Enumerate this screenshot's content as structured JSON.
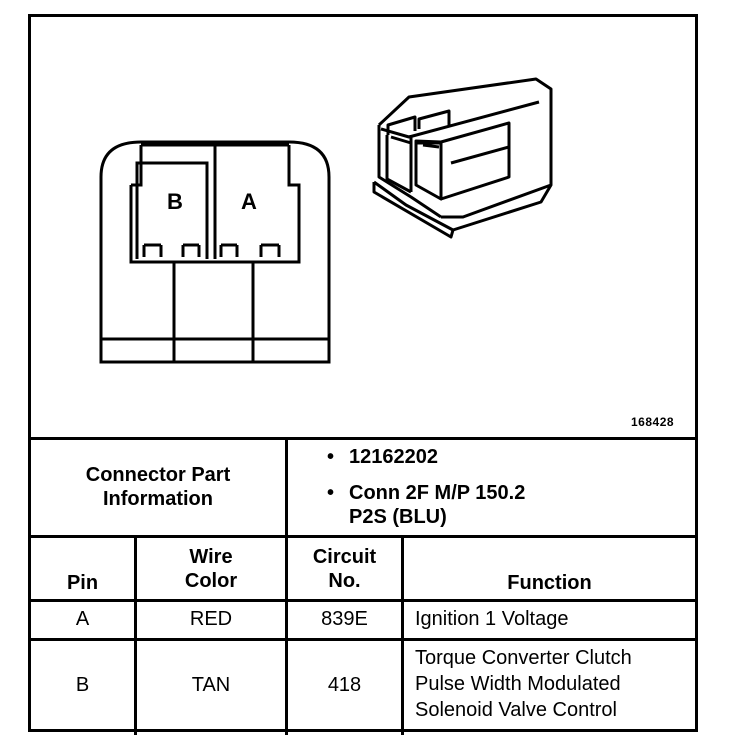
{
  "figure_id": "168428",
  "connector_labels": {
    "pin_b": "B",
    "pin_a": "A"
  },
  "connector_info": {
    "label_line1": "Connector Part",
    "label_line2": "Information",
    "bullets": [
      {
        "line1": "12162202",
        "line2": ""
      },
      {
        "line1": "Conn 2F M/P 150.2",
        "line2": "P2S (BLU)"
      }
    ]
  },
  "table": {
    "headers": {
      "pin": "Pin",
      "wire_color_1": "Wire",
      "wire_color_2": "Color",
      "circuit_1": "Circuit",
      "circuit_2": "No.",
      "function": "Function"
    },
    "rows": [
      {
        "pin": "A",
        "color": "RED",
        "circuit": "839E",
        "function": [
          "Ignition 1 Voltage"
        ]
      },
      {
        "pin": "B",
        "color": "TAN",
        "circuit": "418",
        "function": [
          "Torque Converter Clutch",
          "Pulse Width Modulated",
          "Solenoid Valve Control"
        ]
      }
    ]
  }
}
